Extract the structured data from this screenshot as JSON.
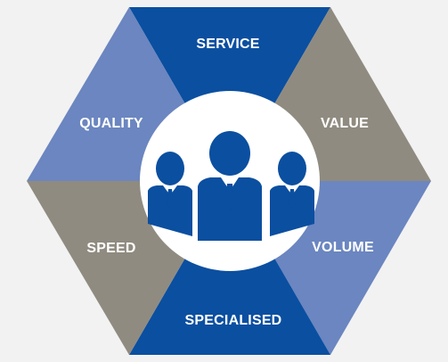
{
  "diagram": {
    "segments": [
      {
        "id": "top",
        "label": "SERVICE",
        "color": "#0b4fa0"
      },
      {
        "id": "upper-right",
        "label": "VALUE",
        "color": "#908b80"
      },
      {
        "id": "lower-right",
        "label": "VOLUME",
        "color": "#6b86c0"
      },
      {
        "id": "bottom",
        "label": "SPECIALISED",
        "color": "#0b4fa0"
      },
      {
        "id": "lower-left",
        "label": "SPEED",
        "color": "#908b80"
      },
      {
        "id": "upper-left",
        "label": "QUALITY",
        "color": "#6b86c0"
      }
    ],
    "center_icon": "team-people-icon",
    "center_circle_color": "#ffffff",
    "icon_color": "#0b4fa0",
    "background": "#f2f2f2"
  }
}
